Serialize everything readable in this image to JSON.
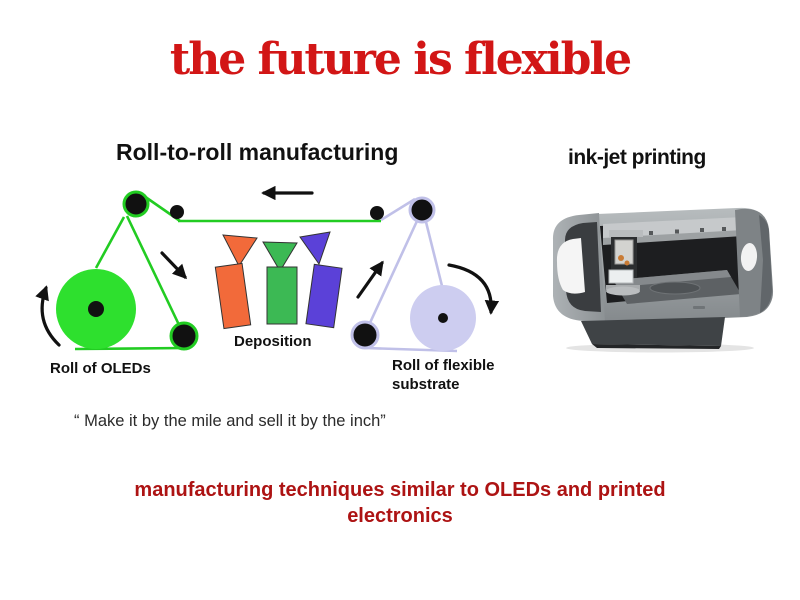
{
  "slide": {
    "title": "the future is flexible",
    "quote": "“ Make it by the mile and sell it by the inch”",
    "footer_line1": "manufacturing techniques similar to OLEDs and printed",
    "footer_line2": "electronics"
  },
  "roll_to_roll": {
    "heading": "Roll-to-roll manufacturing",
    "label_roll_of_oleds": "Roll of OLEDs",
    "label_deposition": "Deposition",
    "label_substrate_line1": "Roll of flexible",
    "label_substrate_line2": "substrate"
  },
  "inkjet": {
    "heading": "ink-jet printing"
  },
  "colors": {
    "title_red": "#d21616",
    "footer_red": "#ad1313",
    "web_green": "#22cc22",
    "oled_roll_green": "#2ee02e",
    "substrate_lavender_fill": "#cdcdf0",
    "substrate_lavender_line": "#c0c0e8",
    "funnel_orange": "#f26a3a",
    "funnel_green": "#3cb954",
    "funnel_purple": "#5b41d8",
    "arrow_black": "#111111"
  }
}
